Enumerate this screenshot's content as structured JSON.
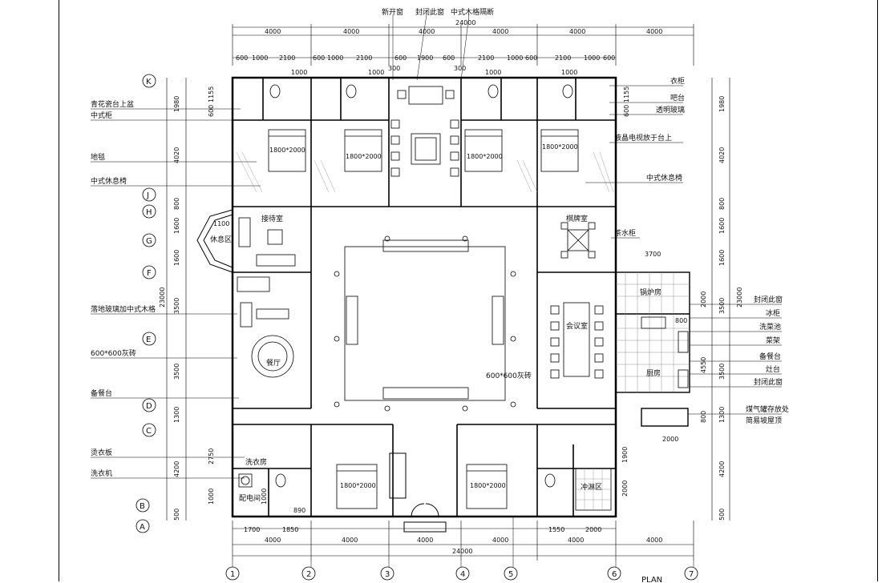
{
  "top_notes": [
    "新开窗",
    "封闭此窗",
    "中式木格隔断"
  ],
  "left_notes": [
    "青花瓷台上盆",
    "中式柜",
    "地毯",
    "中式休息椅",
    "落地玻璃加中式木格",
    "600*600灰砖",
    "备餐台",
    "烫衣板",
    "洗衣机"
  ],
  "right_notes": [
    "衣柜",
    "吧台",
    "透明玻璃",
    "液晶电视放于台上",
    "中式休息椅",
    "茶水柜",
    "封闭此窗",
    "冰柜",
    "洗菜池",
    "菜架",
    "备餐台",
    "灶台",
    "封闭此窗",
    "煤气罐存放处",
    "简易坡屋顶"
  ],
  "rooms": {
    "reception": "接待室",
    "rest": "休息区",
    "dining": "餐厅",
    "chess": "棋牌室",
    "boiler": "锅炉房",
    "meeting": "会议室",
    "kitchen": "厨房",
    "floor_tile": "600*600灰砖",
    "laundry": "洗衣房",
    "power": "配电间",
    "shower": "冲淋区"
  },
  "bed_labels": [
    "1800*2000",
    "1800*2000",
    "1800*2000",
    "1800*2000",
    "1800*2000",
    "1800*2000"
  ],
  "top_dims": {
    "total": "24000",
    "bays": [
      "4000",
      "4000",
      "4000",
      "4000",
      "4000",
      "4000"
    ],
    "sub": [
      "600",
      "1000",
      "2100",
      "600",
      "1000",
      "2100",
      "600",
      "1900",
      "600",
      "2100",
      "1000",
      "600",
      "2100",
      "1000",
      "600"
    ],
    "small": [
      "1000",
      "1000",
      "300",
      "300",
      "1000",
      "1000"
    ]
  },
  "bottom_dims": {
    "total": "24000",
    "bays": [
      "4000",
      "4000",
      "4000",
      "4000",
      "4000",
      "4000"
    ],
    "sub": [
      "1700",
      "1850",
      "1550",
      "2000"
    ]
  },
  "left_dims": [
    "1980",
    "4020",
    "800",
    "1600",
    "1600",
    "3500",
    "3500",
    "1300",
    "4200",
    "500"
  ],
  "left_total": "23000",
  "left_inner": [
    "600",
    "1155",
    "1100",
    "2750",
    "1000",
    "1000"
  ],
  "right_dims": [
    "1980",
    "4020",
    "800",
    "1600",
    "1600",
    "3500",
    "3500",
    "1300",
    "4200",
    "500"
  ],
  "right_total": "23000",
  "right_inner": [
    "600",
    "1155",
    "2000",
    "4550",
    "800",
    "1900",
    "2000"
  ],
  "misc_dims": [
    "3700",
    "2000",
    "800",
    "890"
  ],
  "axes_row": [
    "K",
    "J",
    "H",
    "G",
    "F",
    "E",
    "D",
    "C",
    "B",
    "A"
  ],
  "axes_col": [
    "1",
    "2",
    "3",
    "4",
    "5",
    "6",
    "7"
  ],
  "plan_label": "PLAN"
}
